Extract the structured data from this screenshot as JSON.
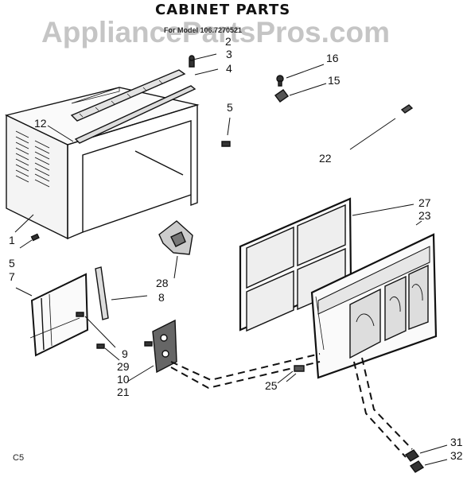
{
  "title": "CABINET PARTS",
  "subtitle": "For Model 106.7270521",
  "watermark": "AppliancePartsPros.com",
  "reference_code": "C5",
  "callouts": {
    "c1": "1",
    "c2": "2",
    "c3": "3",
    "c4": "4",
    "c5a": "5",
    "c5b": "5",
    "c7": "7",
    "c8": "8",
    "c9": "9",
    "c10": "10",
    "c12": "12",
    "c15": "15",
    "c16": "16",
    "c21": "21",
    "c22": "22",
    "c23": "23",
    "c25": "25",
    "c27": "27",
    "c28": "28",
    "c29": "29",
    "c31": "31",
    "c32": "32"
  }
}
